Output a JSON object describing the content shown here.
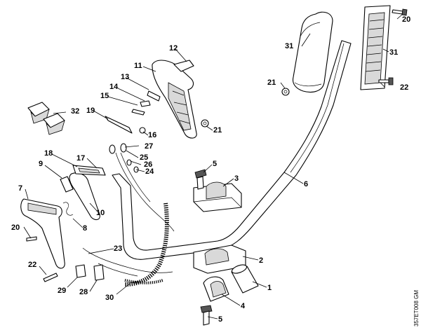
{
  "diagram": {
    "doc_code": "357ET008 GM",
    "callouts": [
      "1",
      "2",
      "3",
      "4",
      "5",
      "5",
      "6",
      "7",
      "8",
      "9",
      "10",
      "11",
      "12",
      "13",
      "14",
      "15",
      "16",
      "17",
      "18",
      "19",
      "20",
      "20",
      "21",
      "21",
      "22",
      "22",
      "23",
      "24",
      "25",
      "26",
      "27",
      "28",
      "29",
      "30",
      "31",
      "31",
      "32"
    ]
  }
}
